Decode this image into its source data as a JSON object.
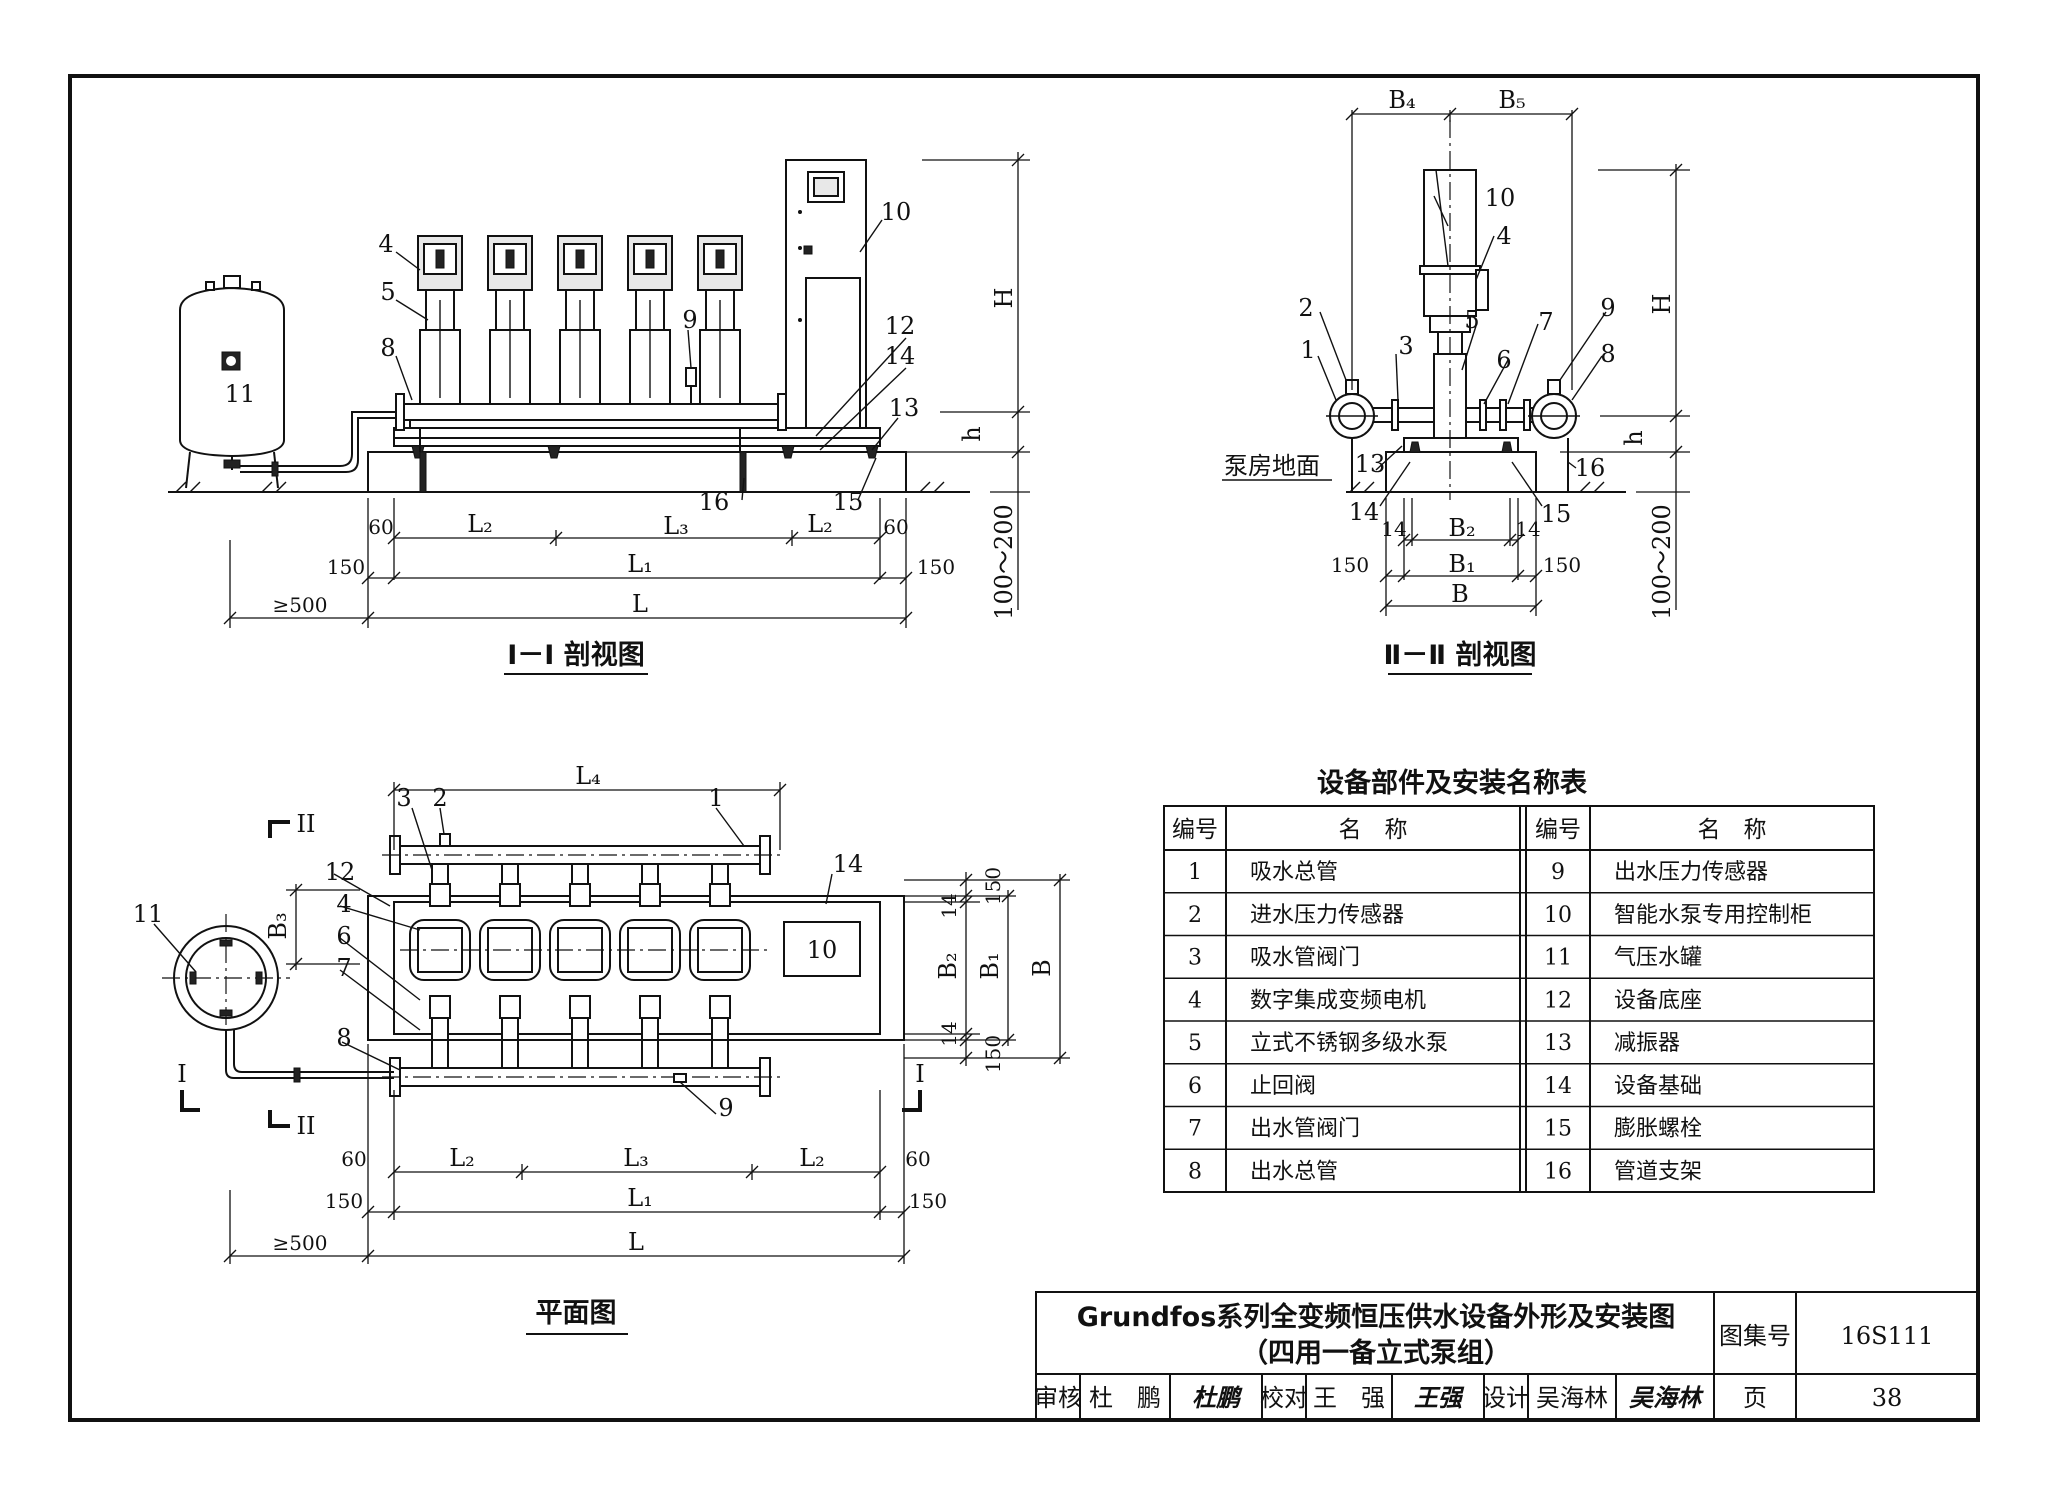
{
  "sections": {
    "section1": "Ⅰ－Ⅰ 剖视图",
    "section2": "Ⅱ－Ⅱ 剖视图",
    "plan": "平面图"
  },
  "floor_label": "泵房地面",
  "dims": {
    "L": "L",
    "L1": "L₁",
    "L2": "L₂",
    "L3": "L₃",
    "L4": "L₄",
    "B": "B",
    "B1": "B₁",
    "B2": "B₂",
    "B3": "B₃",
    "B4": "B₄",
    "B5": "B₅",
    "H": "H",
    "h": "h",
    "d60": "60",
    "d150": "150",
    "d14": "14",
    "d500": "≥500",
    "d100_200": "100～200"
  },
  "section_marks": {
    "I": "I",
    "II": "II"
  },
  "parts_table": {
    "title": "设备部件及安装名称表",
    "col_no": "编号",
    "col_name": "名　称",
    "rows": [
      {
        "no": "1",
        "name": "吸水总管"
      },
      {
        "no": "2",
        "name": "进水压力传感器"
      },
      {
        "no": "3",
        "name": "吸水管阀门"
      },
      {
        "no": "4",
        "name": "数字集成变频电机"
      },
      {
        "no": "5",
        "name": "立式不锈钢多级水泵"
      },
      {
        "no": "6",
        "name": "止回阀"
      },
      {
        "no": "7",
        "name": "出水管阀门"
      },
      {
        "no": "8",
        "name": "出水总管"
      },
      {
        "no": "9",
        "name": "出水压力传感器"
      },
      {
        "no": "10",
        "name": "智能水泵专用控制柜"
      },
      {
        "no": "11",
        "name": "气压水罐"
      },
      {
        "no": "12",
        "name": "设备底座"
      },
      {
        "no": "13",
        "name": "减振器"
      },
      {
        "no": "14",
        "name": "设备基础"
      },
      {
        "no": "15",
        "name": "膨胀螺栓"
      },
      {
        "no": "16",
        "name": "管道支架"
      }
    ]
  },
  "title_block": {
    "title_line1": "Grundfos系列全变频恒压供水设备外形及安装图",
    "title_line2": "（四用一备立式泵组）",
    "atlas_label": "图集号",
    "atlas_no": "16S111",
    "page_label": "页",
    "page_no": "38",
    "review_label": "审核",
    "reviewer": "杜　鹏",
    "check_label": "校对",
    "checker": "王　强",
    "design_label": "设计",
    "designer": "吴海林",
    "sig_review": "杜鹏",
    "sig_check": "王强",
    "sig_design": "吴海林"
  }
}
